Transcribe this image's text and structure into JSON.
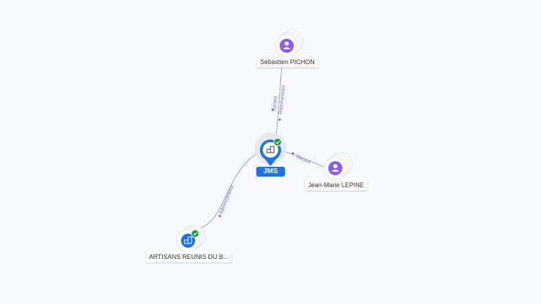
{
  "center": {
    "label": "JMS"
  },
  "nodes": [
    {
      "id": "sebastien",
      "label": "Sébastien PICHON",
      "kind": "person"
    },
    {
      "id": "jeanmarie",
      "label": "Jean-Marie LEPINE",
      "kind": "person"
    },
    {
      "id": "artisans",
      "label": "ARTISANS REUNIS DU B...",
      "kind": "company",
      "verified": true
    }
  ],
  "edges": [
    {
      "from": "sebastien",
      "to": "center",
      "labels": [
        "Gérant",
        "Représentant"
      ]
    },
    {
      "from": "jeanmarie",
      "to": "center",
      "labels": [
        "Gérant"
      ]
    },
    {
      "from": "artisans",
      "to": "center",
      "labels": [
        "Administrateur"
      ]
    }
  ],
  "colors": {
    "accent": "#1a73e8",
    "person": "#8b5cf6",
    "verified": "#1e9e4a",
    "edge": "#6b6fd6"
  }
}
